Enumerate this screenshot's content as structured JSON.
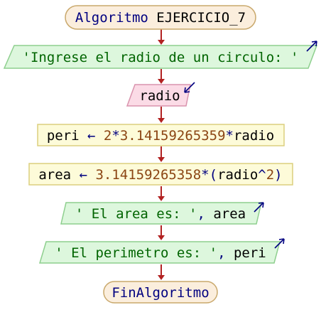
{
  "flowchart": {
    "start": {
      "parts": [
        {
          "text": "Algoritmo ",
          "color": "#000080"
        },
        {
          "text": "EJERCICIO_7",
          "color": "#000000"
        }
      ]
    },
    "output_prompt": {
      "parts": [
        {
          "text": "'Ingrese el radio de un circulo: '",
          "color": "#006400"
        }
      ]
    },
    "input_radio": {
      "parts": [
        {
          "text": "radio",
          "color": "#000000"
        }
      ]
    },
    "assign_peri": {
      "parts": [
        {
          "text": "peri ",
          "color": "#000000"
        },
        {
          "text": "← ",
          "color": "#000080"
        },
        {
          "text": "2",
          "color": "#8b4513"
        },
        {
          "text": "*",
          "color": "#000080"
        },
        {
          "text": "3.14159265359",
          "color": "#8b4513"
        },
        {
          "text": "*",
          "color": "#000080"
        },
        {
          "text": "radio",
          "color": "#000000"
        }
      ]
    },
    "assign_area": {
      "parts": [
        {
          "text": "area ",
          "color": "#000000"
        },
        {
          "text": "← ",
          "color": "#000080"
        },
        {
          "text": "3.14159265358",
          "color": "#8b4513"
        },
        {
          "text": "*(",
          "color": "#000080"
        },
        {
          "text": "radio",
          "color": "#000000"
        },
        {
          "text": "^",
          "color": "#000080"
        },
        {
          "text": "2",
          "color": "#8b4513"
        },
        {
          "text": ")",
          "color": "#000080"
        }
      ]
    },
    "output_area": {
      "parts": [
        {
          "text": "' El area es: '",
          "color": "#006400"
        },
        {
          "text": ", ",
          "color": "#000080"
        },
        {
          "text": "area",
          "color": "#000000"
        }
      ]
    },
    "output_perimetro": {
      "parts": [
        {
          "text": "' El perimetro es: '",
          "color": "#006400"
        },
        {
          "text": ", ",
          "color": "#000080"
        },
        {
          "text": "peri",
          "color": "#000000"
        }
      ]
    },
    "end": {
      "parts": [
        {
          "text": "FinAlgoritmo",
          "color": "#000080"
        }
      ]
    }
  },
  "colors": {
    "terminal_fill": "#fbeedd",
    "terminal_stroke": "#c9a86b",
    "output_fill": "#ddf7dd",
    "output_stroke": "#8ecf8e",
    "input_fill": "#fbdbe6",
    "input_stroke": "#d993ad",
    "process_fill": "#fdfbd9",
    "process_stroke": "#dccf7e",
    "connector": "#b22222",
    "io_arrow": "#000080"
  }
}
